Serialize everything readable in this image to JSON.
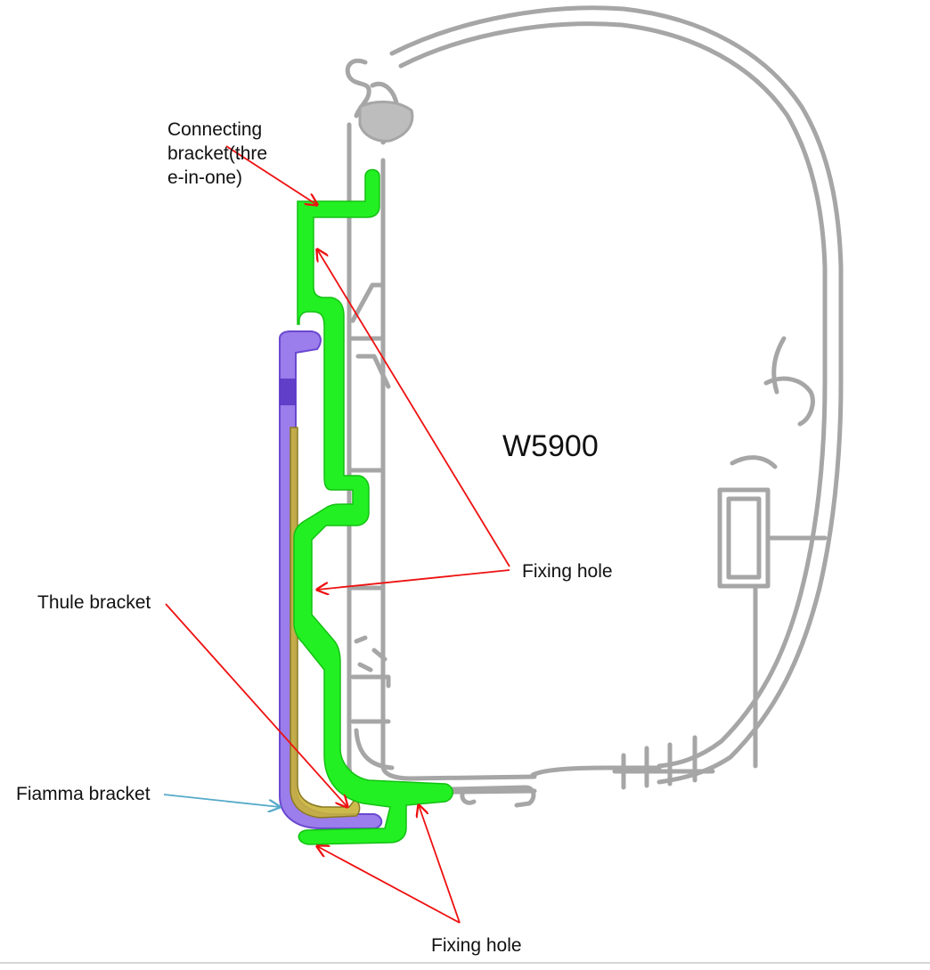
{
  "diagram": {
    "model_label": "W5900",
    "labels": {
      "connecting_bracket": "Connecting\nbracket(thre\ne-in-one)",
      "fixing_hole_right": "Fixing hole",
      "fixing_hole_bottom": "Fixing hole",
      "thule_bracket": "Thule bracket",
      "fiamma_bracket": "Fiamma bracket"
    },
    "colors": {
      "profile_outline": "#a6a6a6",
      "profile_fill": "#bdbdbd",
      "connecting_bracket": "#22f022",
      "thule_bracket": "#c8b23a",
      "fiamma_bracket": "#7a4fe0",
      "leader_red": "#ee1111",
      "leader_blue": "#55aac8"
    }
  }
}
